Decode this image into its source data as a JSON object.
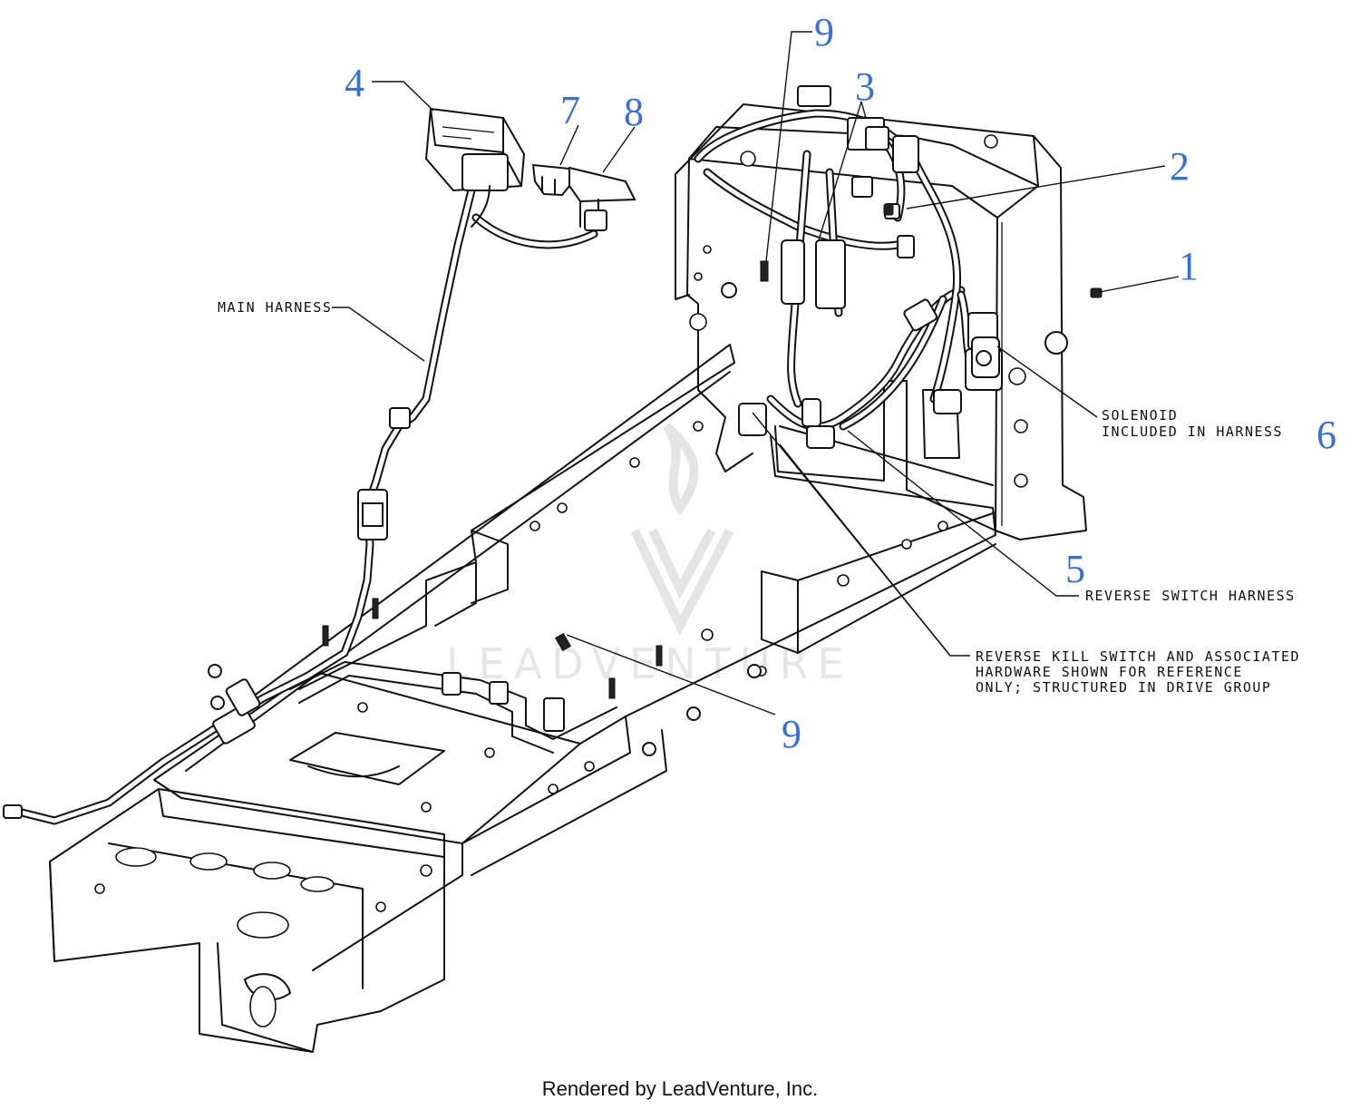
{
  "callouts": {
    "c1": "1",
    "c2": "2",
    "c3": "3",
    "c4": "4",
    "c5": "5",
    "c6": "6",
    "c7": "7",
    "c8": "8",
    "c9_top": "9",
    "c9_bottom": "9"
  },
  "notes": {
    "main_harness": "MAIN HARNESS",
    "solenoid_line1": "SOLENOID",
    "solenoid_line2": "INCLUDED IN HARNESS",
    "reverse_switch_harness": "REVERSE SWITCH HARNESS",
    "reverse_kill_line1": "REVERSE KILL SWITCH AND ASSOCIATED",
    "reverse_kill_line2": "HARDWARE SHOWN FOR REFERENCE",
    "reverse_kill_line3": "ONLY; STRUCTURED IN DRIVE GROUP"
  },
  "watermark": "LEADVENTURE",
  "footer": "Rendered by LeadVenture, Inc.",
  "colors": {
    "callout": "#3a6fd8",
    "ink": "#111111",
    "watermark": "#e4e4e4"
  }
}
